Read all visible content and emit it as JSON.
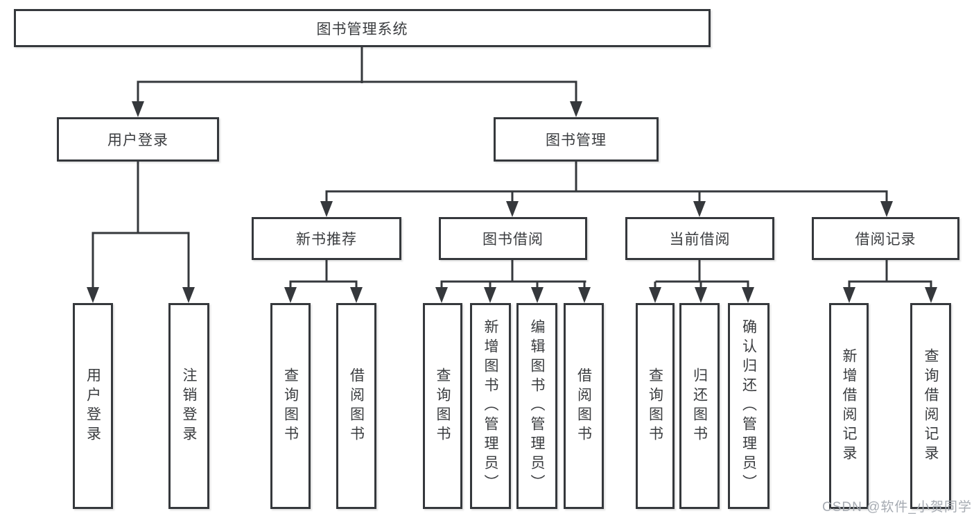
{
  "tree": {
    "label": "图书管理系统",
    "children": [
      {
        "label": "用户登录",
        "children": [
          {
            "label": "用户登录"
          },
          {
            "label": "注销登录"
          }
        ]
      },
      {
        "label": "图书管理",
        "children": [
          {
            "label": "新书推荐",
            "children": [
              {
                "label": "查询图书"
              },
              {
                "label": "借阅图书"
              }
            ]
          },
          {
            "label": "图书借阅",
            "children": [
              {
                "label": "查询图书"
              },
              {
                "label": "新增图书（管理员）"
              },
              {
                "label": "编辑图书（管理员）"
              },
              {
                "label": "借阅图书"
              }
            ]
          },
          {
            "label": "当前借阅",
            "children": [
              {
                "label": "查询图书"
              },
              {
                "label": "归还图书"
              },
              {
                "label": "确认归还（管理员）"
              }
            ]
          },
          {
            "label": "借阅记录",
            "children": [
              {
                "label": "新增借阅记录"
              },
              {
                "label": "查询借阅记录"
              }
            ]
          }
        ]
      }
    ]
  },
  "watermark": {
    "text": "CSDN @软件_小贺同学"
  },
  "colors": {
    "line": "#35383c",
    "box_border": "#35383c",
    "text": "#3a3c3f",
    "watermark": "#a6abb2",
    "background": "#ffffff"
  }
}
